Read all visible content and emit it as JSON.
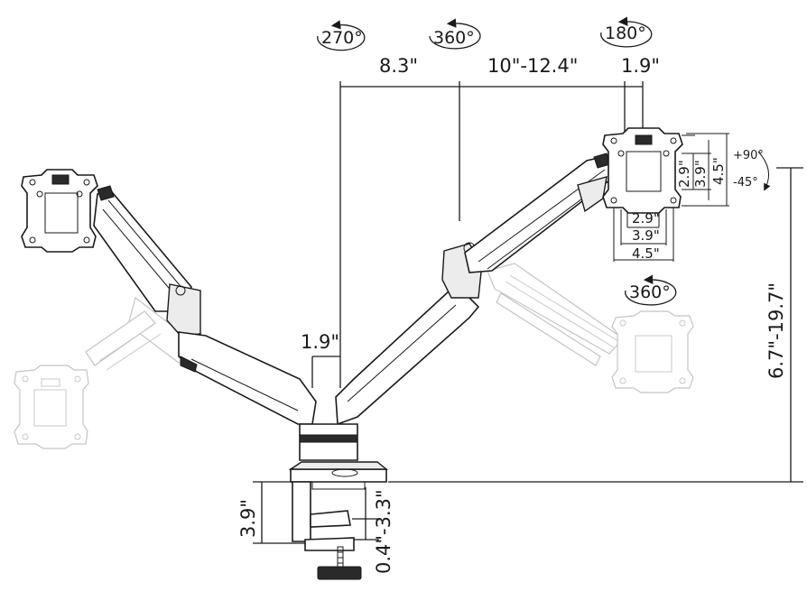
{
  "rotations": {
    "left_arm": "270°",
    "center_arm": "360°",
    "right_head": "180°",
    "right_plate": "360°"
  },
  "dimensions": {
    "left_reach": "8.3\"",
    "right_reach": "10\"-12.4\"",
    "head_offset": "1.9\"",
    "pole_offset": "1.9\"",
    "height_range": "6.7\"-19.7\"",
    "clamp_height": "3.9\"",
    "desk_thickness": "0.4\"-3.3\"",
    "vesa_h1": "2.9\"",
    "vesa_h2": "3.9\"",
    "vesa_h3": "4.5\"",
    "vesa_v1": "2.9\"",
    "vesa_v2": "3.9\"",
    "vesa_v3": "4.5\"",
    "tilt_up": "+90°",
    "tilt_down": "-45°"
  }
}
